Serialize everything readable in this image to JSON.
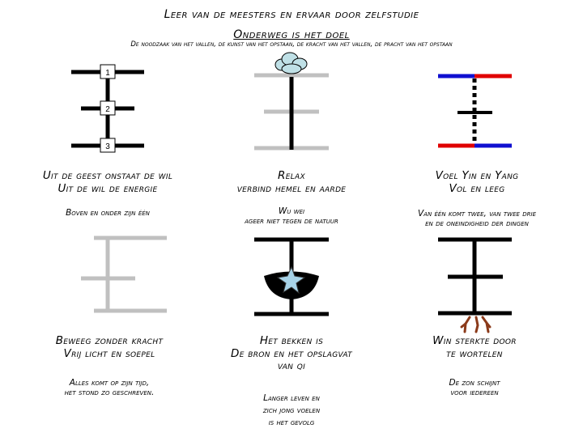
{
  "header": {
    "title": "Leer van de meesters en ervaar door zelfstudie",
    "subtitle": "Onderweg is het doel",
    "tagline": "De noodzaak van het vallen, de kunst van het opstaan, de kracht van het vallen, de pracht van het opstaan"
  },
  "diagram_labels": [
    "1",
    "2",
    "3"
  ],
  "colors": {
    "black": "#000000",
    "gray": "#c0c0c0",
    "red": "#e00000",
    "blue": "#1010d0",
    "cloud": "#bfe0e6",
    "star": "#a7d3e8",
    "roots": "#8b3a1a"
  },
  "panels": [
    {
      "caption_line1": "Uit de geest onstaat de wil",
      "caption_line2": "Uit de wil de energie",
      "note_line1": "Boven en onder zijn één",
      "note_line2": ""
    },
    {
      "caption_line1": "Relax",
      "caption_line2": "verbind hemel en aarde",
      "note_line1": "Wu wei",
      "note_line2": "ageer niet tegen de natuur"
    },
    {
      "caption_line1": "Voel Yin en Yang",
      "caption_line2": "Vol en leeg",
      "note_line1": "Van één komt twee, van twee drie",
      "note_line2": "en de oneindigheid der dingen"
    },
    {
      "caption_line1": "Beweeg zonder kracht",
      "caption_line2": "Vrij licht en soepel",
      "note_line1": "Alles komt op zijn tijd,",
      "note_line2": "het stond zo geschreven."
    },
    {
      "caption_line1": "Het bekken is",
      "caption_line2": "De bron en het opslagvat",
      "caption_line3": "van qi",
      "note_line1": "Langer leven en",
      "note_line2": "zich jong voelen",
      "note_line3": "is het gevolg"
    },
    {
      "caption_line1": "Win sterkte door",
      "caption_line2": "te wortelen",
      "note_line1": "De zon schijnt",
      "note_line2": "voor iedereen"
    }
  ]
}
